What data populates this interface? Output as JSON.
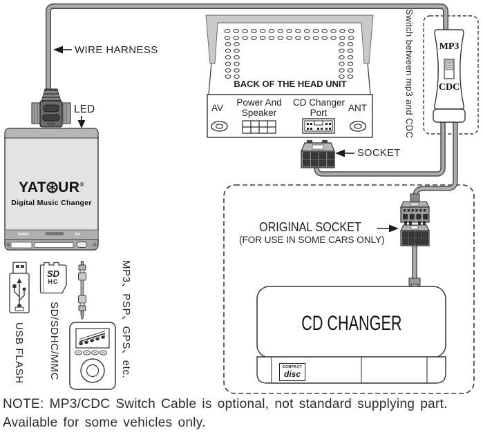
{
  "device": {
    "brand_prefix": "YAT",
    "brand_suffix": "UR",
    "brand_reg": "®",
    "tagline": "Digital Music Changer",
    "wire_harness_label": "WIRE HARNESS",
    "led_label": "LED"
  },
  "head_unit": {
    "title": "BACK OF THE HEAD UNIT",
    "port_av": "AV",
    "port_power_line1": "Power And",
    "port_power_line2": "Speaker",
    "port_cdc_line1": "CD Changer",
    "port_cdc_line2": "Port",
    "port_ant": "ANT"
  },
  "switch": {
    "vertical_note": "Switch between mp3 and CDC",
    "mp3": "MP3",
    "cdc": "CDC"
  },
  "sockets": {
    "socket_label": "SOCKET",
    "original_socket_label": "ORIGINAL SOCKET",
    "original_socket_note": "(FOR USE IN SOME CARS ONLY)"
  },
  "cd_changer": {
    "title": "CD CHANGER",
    "logo_top": "COMPACT",
    "logo_main": "disc"
  },
  "media": {
    "usb_label": "USB FLASH",
    "sd_label": "SD/SDHC/MMC",
    "players_label": "MP3、PSP、GPS、etc.",
    "sd_logo_line1": "SD",
    "sd_logo_line2": "HC"
  },
  "note": {
    "line1": "NOTE: MP3/CDC Switch Cable is optional, not standard supplying part.",
    "line2": "Available for some vehicles only."
  }
}
